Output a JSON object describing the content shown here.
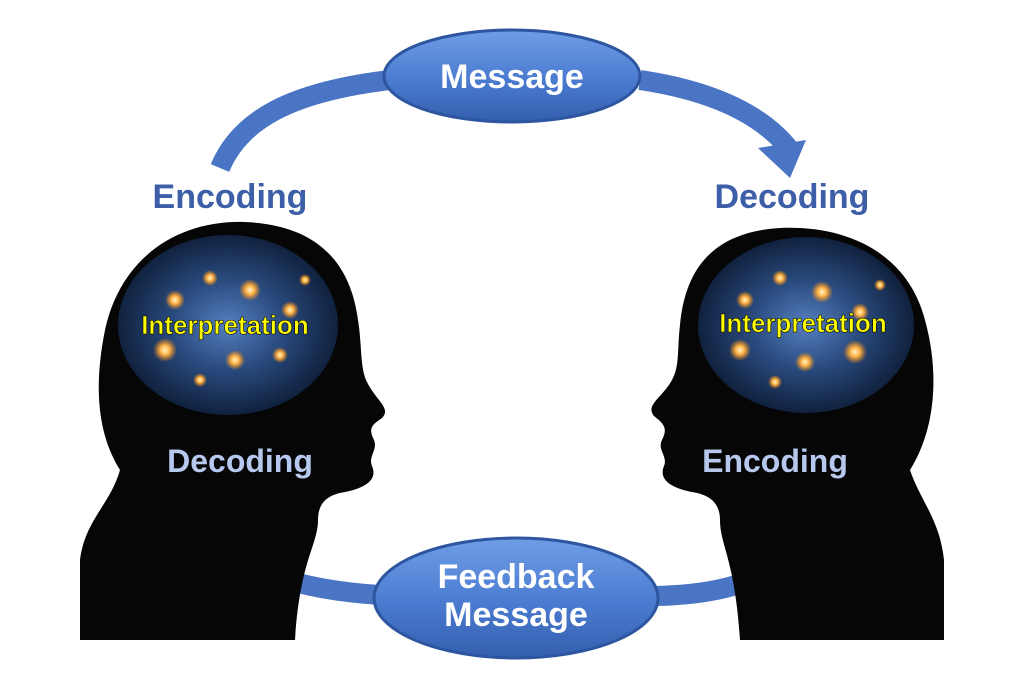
{
  "message": "Message",
  "feedback": {
    "line1": "Feedback",
    "line2": "Message"
  },
  "sender": {
    "outer_label": "Encoding",
    "brain_label": "Interpretation",
    "inner_label": "Decoding"
  },
  "receiver": {
    "outer_label": "Decoding",
    "brain_label": "Interpretation",
    "inner_label": "Encoding"
  },
  "colors": {
    "arrow": "#4a74c4",
    "ellipse": "#4a7bd0",
    "outer_label": "#3d5fa8",
    "inner_label": "#b6c8ee",
    "interpretation": "#ffff00",
    "silhouette": "#060606"
  },
  "icons": [
    "brain-icon",
    "head-silhouette-icon"
  ]
}
